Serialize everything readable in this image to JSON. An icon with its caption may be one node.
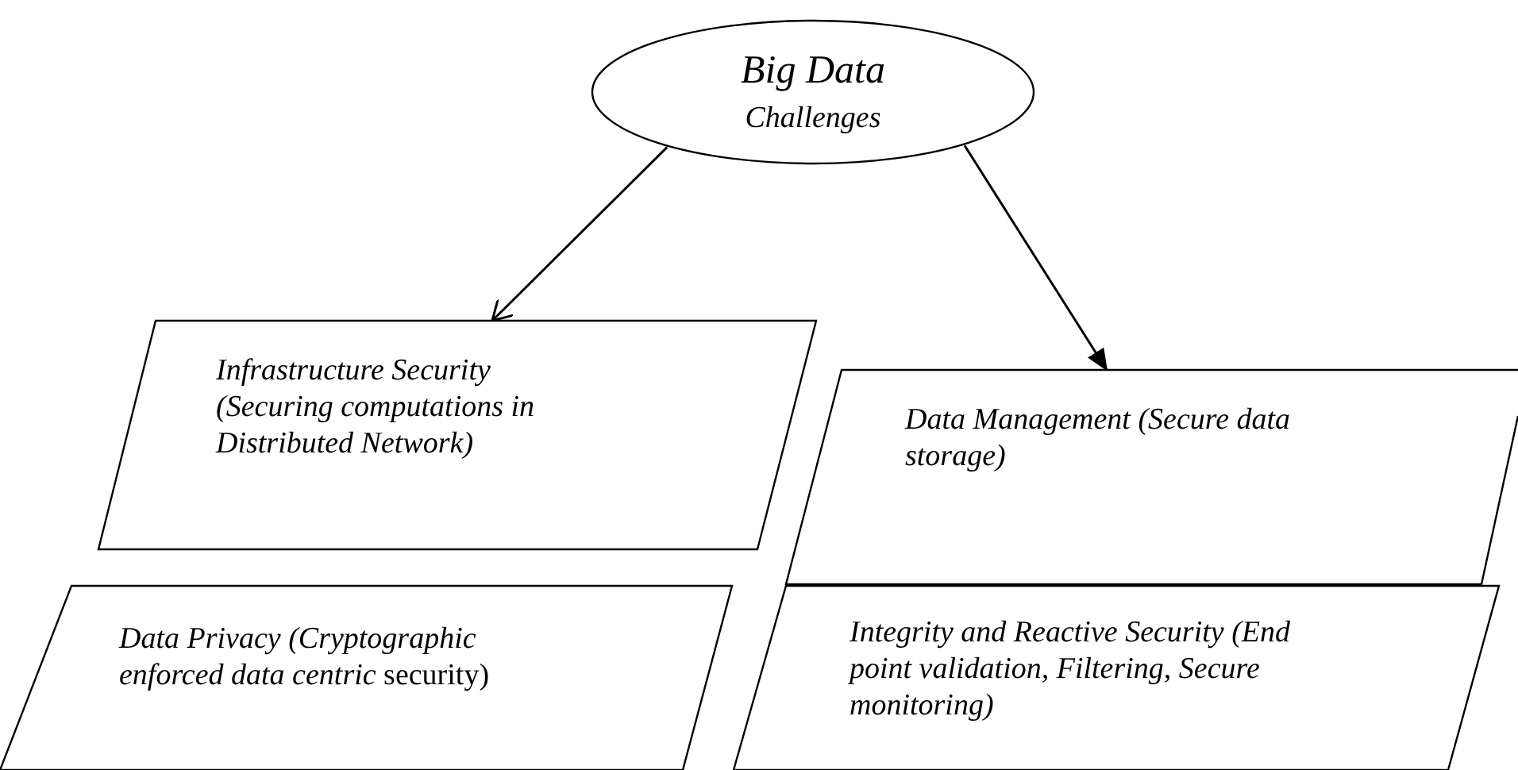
{
  "diagram": {
    "nodes": [
      {
        "text": [
          "Big Data",
          "Challenges"
        ]
      },
      {
        "text": [
          "Infrastructure Security (Securing computations in Distributed Network)"
        ]
      },
      {
        "text": [
          "*Data Privacy (Cryptographic enforced data centric* security)"
        ]
      },
      {
        "text": [
          "Data Management (Secure data storage)"
        ]
      },
      {
        "text": [
          "Integrity and Reactive Security (End point validation, Filtering, Secure monitoring)"
        ]
      }
    ],
    "edges": [
      {
        "from": 0,
        "to": 1,
        "arrow": "to"
      },
      {
        "from": 0,
        "to": 3,
        "arrow": "to"
      }
    ]
  }
}
